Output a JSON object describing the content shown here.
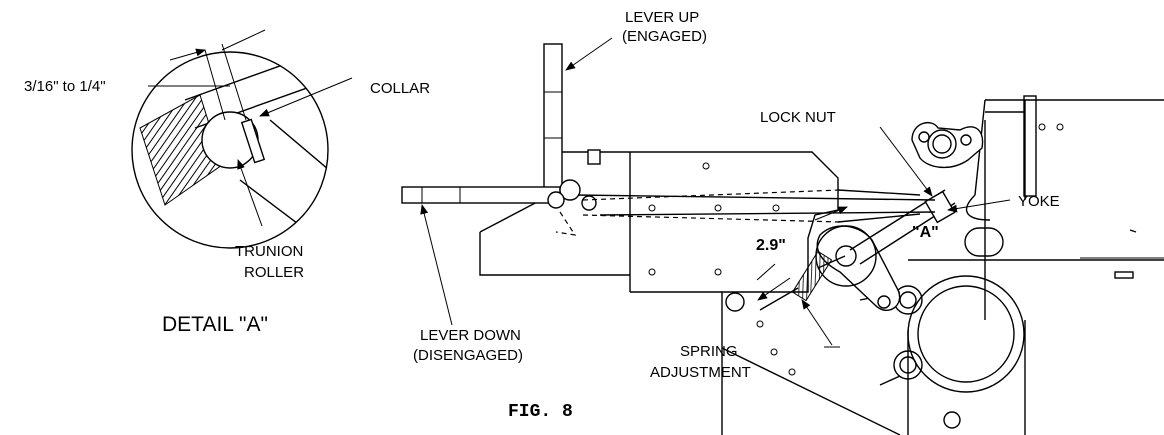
{
  "labels": {
    "measure_thickness": "3/16\" to 1/4\"",
    "collar": "COLLAR",
    "trunion_line1": "TRUNION",
    "trunion_line2": "ROLLER",
    "detail": "DETAIL \"A\"",
    "lever_up_line1": "LEVER UP",
    "lever_up_line2": "(ENGAGED)",
    "lever_down_line1": "LEVER DOWN",
    "lever_down_line2": "(DISENGAGED)",
    "lock_nut": "LOCK NUT",
    "yoke": "YOKE",
    "detail_callout": "\"A\"",
    "spring_length": "2.9\"",
    "spring_line1": "SPRING",
    "spring_line2": "ADJUSTMENT",
    "figure": "FIG. 8"
  }
}
